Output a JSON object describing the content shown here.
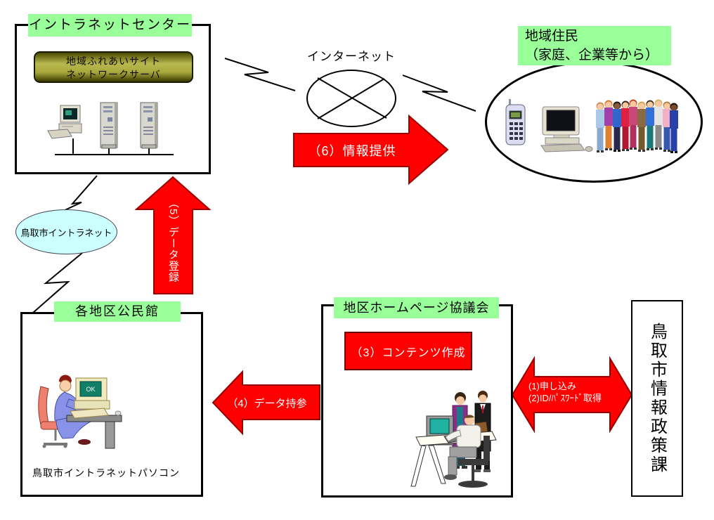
{
  "center": {
    "title": "イントラネットセンター",
    "server_line1": "地域ふれあいサイト",
    "server_line2": "ネットワークサーバ"
  },
  "internet": {
    "title": "インターネット"
  },
  "residents": {
    "line1": "地域住民",
    "line2": "（家庭、企業等から）"
  },
  "intranet": {
    "title": "鳥取市イントラネット"
  },
  "kominkan": {
    "title": "各地区公民館",
    "caption": "鳥取市イントラネットパソコン",
    "screen_text": "OK"
  },
  "council": {
    "title": "地区ホームページ協議会",
    "content_label": "（3）コンテンツ作成"
  },
  "policy": {
    "title": "鳥取市情報政策課"
  },
  "flows": {
    "f1": "(1)申し込み",
    "f2": "(2)ID/ﾊﾟｽﾜｰﾄﾞ取得",
    "f4": "（4）データ持参",
    "f5": "（5）データ登録",
    "f6": "（6）情報提供"
  },
  "colors": {
    "label_bg_green": "#99ff99",
    "arrow_red": "#ff0000",
    "arrow_outline_red": "#990000",
    "content_box_red": "#ff0000",
    "intranet_ellipse_blue": "#ccffff",
    "server_banner_olive": "#b8b850",
    "border_black": "#000000",
    "arrow_text_white": "#ffffff"
  },
  "icons": {
    "internet-node-icon": "ellipse-with-x-cross",
    "lightning-link-icon": "zigzag-line",
    "workstation-icon": "svg-shape",
    "server-tower-icon": "svg-shape",
    "lan-bus-icon": "horizontal-line",
    "mobile-phone-icon": "svg-shape",
    "desktop-computer-icon": "svg-shape",
    "crowd-icon": "svg-shape",
    "clerk-at-pc-icon": "svg-shape",
    "council-members-icon": "svg-shape"
  }
}
